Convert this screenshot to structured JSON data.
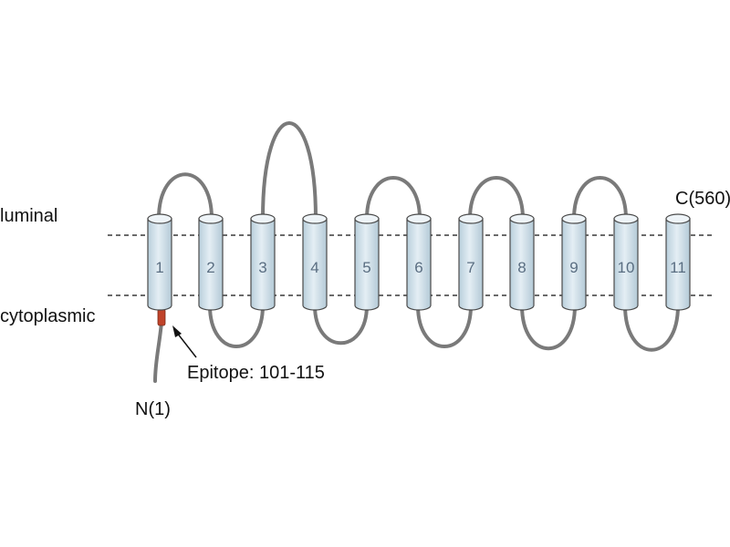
{
  "regions": {
    "top": "luminal",
    "bottom": "cytoplasmic"
  },
  "helices": [
    "1",
    "2",
    "3",
    "4",
    "5",
    "6",
    "7",
    "8",
    "9",
    "10",
    "11"
  ],
  "termini": {
    "n": "N(1)",
    "c": "C(560)"
  },
  "epitope": {
    "label": "Epitope: 101-115"
  },
  "colors": {
    "helix_fill": "#d5e4ec",
    "helix_stroke": "#4a4a4a",
    "loop": "#7a7a7a",
    "epitope": "#c0432a"
  }
}
